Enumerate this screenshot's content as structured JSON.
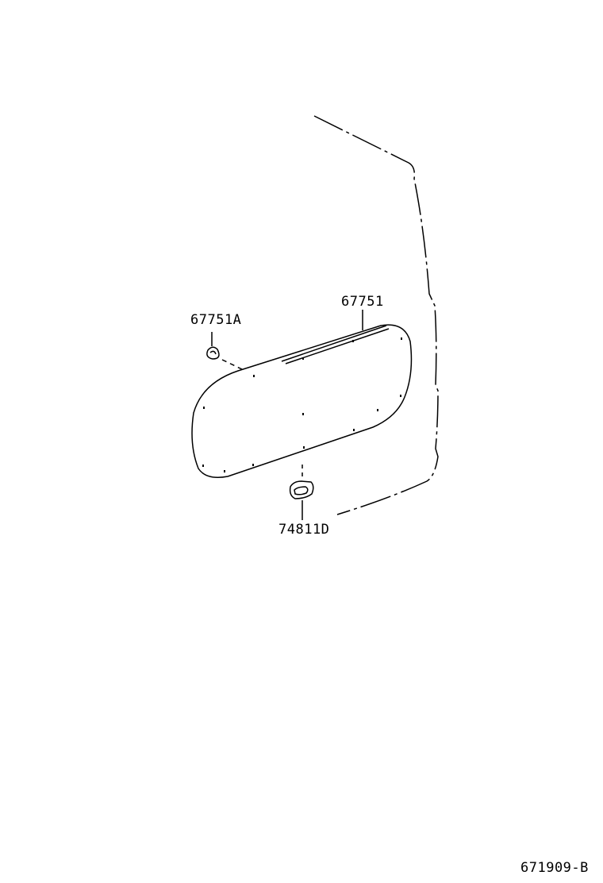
{
  "parts": [
    {
      "id": "67751",
      "name": "door-trim-panel"
    },
    {
      "id": "67751A",
      "name": "clip"
    },
    {
      "id": "74811D",
      "name": "grommet"
    }
  ],
  "diagram_code": "671909-B"
}
